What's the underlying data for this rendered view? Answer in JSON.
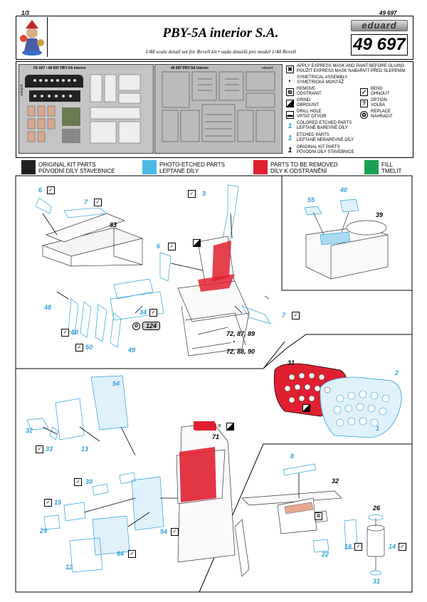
{
  "header": {
    "page": "1/3",
    "code": "49 697",
    "title": "PBY-5A interior S.A.",
    "subtitle": "1/48 scale detail set for Revell kit • sada detailů pro model 1/48 Revell",
    "brand": "eduard",
    "part_number": "49 697"
  },
  "fret_labels": {
    "left": "FE 697 • 49 697  PBY-5A interior",
    "right": "49 697  PBY-5A interior",
    "left_side": "eduard",
    "right_side": "eduard"
  },
  "legend": [
    {
      "icon": "mask-icon",
      "text1": "APPLY EXPRESS MASK AND PAINT BEFORE GLUING",
      "text2": "POUŽIT EXPRESS MASK NABARVIT PŘED SLEPENÍM"
    },
    {
      "icon": "symmetric-icon",
      "text1": "SYMETRICAL ASSEMBLY",
      "text2": "SYMETRICKÁ MONTÁŽ"
    },
    {
      "icon": "remove-icon",
      "text1": "REMOVE",
      "text2": "ODSTRANIT"
    },
    {
      "icon": "grind-icon",
      "text1": "GRIND",
      "text2": "OBROUSIT"
    },
    {
      "icon": "drill-icon",
      "text1": "DRILL HOLE",
      "text2": "VRTAT OTVOR"
    },
    {
      "num": "1",
      "color": "#2aa0d6",
      "text1": "COLORED ETCHED PARTS",
      "text2": "LEPTANÉ BAREVNÉ DÍLY"
    },
    {
      "num": "1",
      "color": "#2aa0d6",
      "text1": "ETCHED PARTS",
      "text2": "LEPTANÉ NEBAREVNÉ DÍLY"
    },
    {
      "num": "1",
      "color": "#000000",
      "text1": "ORIGINAL KIT PARTS",
      "text2": "PŮVODNÍ DÍLY STAVEBNICE"
    }
  ],
  "legend_right": [
    {
      "icon": "bend-icon",
      "text1": "BEND",
      "text2": "OHNOUT"
    },
    {
      "icon": "option-icon",
      "text1": "OPTION",
      "text2": "VOLBA"
    },
    {
      "icon": "replace-icon",
      "text1": "REPLACE",
      "text2": "NAHRADIT"
    }
  ],
  "color_key": [
    {
      "color": "#231f20",
      "text1": "ORIGINAL KIT PARTS",
      "text2": "PŮVODNÍ DÍLY STAVEBNICE"
    },
    {
      "color": "#4db8e8",
      "text1": "PHOTO-ETCHED PARTS",
      "text2": "LEPTANÉ DÍLY"
    },
    {
      "color": "#e02030",
      "text1": "PARTS TO BE REMOVED",
      "text2": "DÍLY K ODSTRANĚNÍ"
    },
    {
      "color": "#1aa050",
      "text1": "FILL",
      "text2": "TMELIT"
    }
  ],
  "part_labels": {
    "p6a": "6",
    "p7a": "7",
    "p83": "83",
    "p3": "3",
    "p6b": "6",
    "p48": "48",
    "p50a": "50",
    "p50b": "50",
    "p49": "49",
    "p34": "34",
    "p124": "124",
    "p7b": "7",
    "k1": "72, 87, 89",
    "k2": "72, 88, 90",
    "p55": "55",
    "p40": "40",
    "p39": "39",
    "p31a": "31",
    "p2": "2",
    "p1": "1",
    "p54a": "54",
    "p32a": "32",
    "p33": "33",
    "p13": "13",
    "p71": "71",
    "p30": "30",
    "p15": "15",
    "p29": "29",
    "p64": "64",
    "p54b": "54",
    "p12": "12",
    "p8": "8",
    "p32b": "32",
    "p26": "26",
    "p22": "22",
    "p16": "16",
    "p14": "14",
    "p31b": "31"
  }
}
